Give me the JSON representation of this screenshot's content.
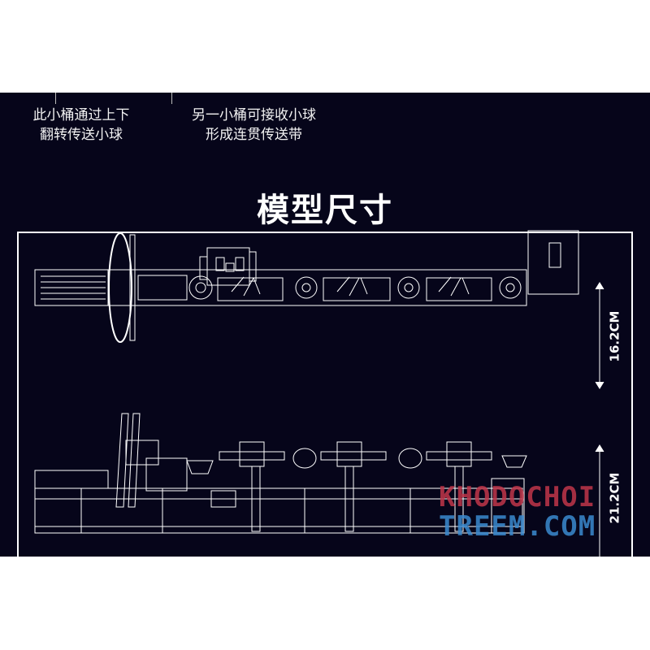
{
  "captions": [
    {
      "line1": "此小桶通过上下",
      "line2": "翻转传送小球"
    },
    {
      "line1": "另一小桶可接收小球",
      "line2": "形成连贯传送带"
    }
  ],
  "title": "模型尺寸",
  "dimensions": {
    "width": "16.2CM",
    "height": "21.2CM"
  },
  "watermark": {
    "line1": "KHODOCHOI",
    "line2": "TREEM.COM"
  },
  "colors": {
    "background": "#06051a",
    "line": "#ffffff"
  }
}
